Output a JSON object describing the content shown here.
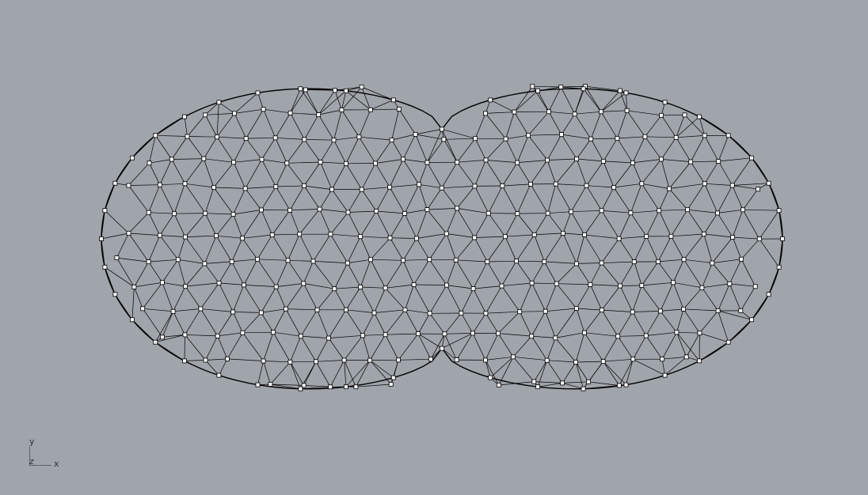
{
  "viewport": {
    "background_color": "#a0a4ab",
    "mesh_line_color": "#000000",
    "vertex_fill_color": "#ffffff"
  },
  "axis_indicator": {
    "y_label": "y",
    "z_label": "z",
    "x_label": "x"
  }
}
